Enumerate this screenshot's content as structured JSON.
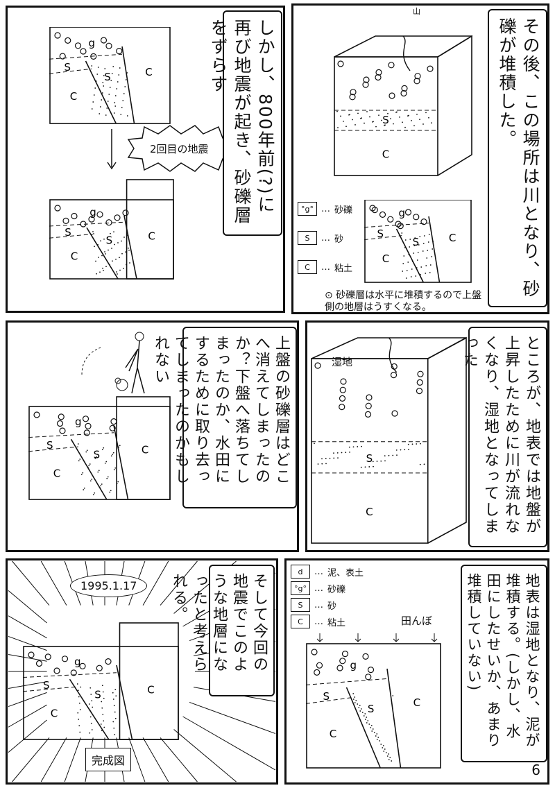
{
  "page_number": "6",
  "layer_labels": {
    "sand": "S",
    "clay": "C",
    "gravel": "g",
    "mud": "d"
  },
  "panels": [
    {
      "text": "しかし、800年前(?)に再び地震が起き、砂礫層をずらす",
      "bubble": "2回目の地震"
    },
    {
      "text": "その後、この場所は川となり、砂礫が堆積した。",
      "mountain": "山",
      "legend": [
        {
          "key": "°g°",
          "label": "砂礫"
        },
        {
          "key": "S",
          "label": "砂"
        },
        {
          "key": "C",
          "label": "粘土"
        }
      ],
      "note": "⊙ 砂礫層は水平に堆積するので上盤側の地層はうすくなる。"
    },
    {
      "text": "上盤の砂礫層はどこへ消えてしまったのか？下盤へ落ちてしまったのか、水田にするために取り去ってしまったのかもしれない"
    },
    {
      "text": "ところが、地表では地盤が上昇したために川が流れなくなり、湿地となってしまった",
      "label": "湿地"
    },
    {
      "text": "そして今回の地震でこのような地層になったと考えられる。",
      "date": "1995.1.17",
      "caption": "完成図"
    },
    {
      "text": "地表は湿地となり、泥が堆積する。(しかし、水田にしたせいか、あまり堆積していない)",
      "label": "田んぼ",
      "legend": [
        {
          "key": "d",
          "label": "泥、表土"
        },
        {
          "key": "°g°",
          "label": "砂礫"
        },
        {
          "key": "S",
          "label": "砂"
        },
        {
          "key": "C",
          "label": "粘土"
        }
      ]
    }
  ]
}
